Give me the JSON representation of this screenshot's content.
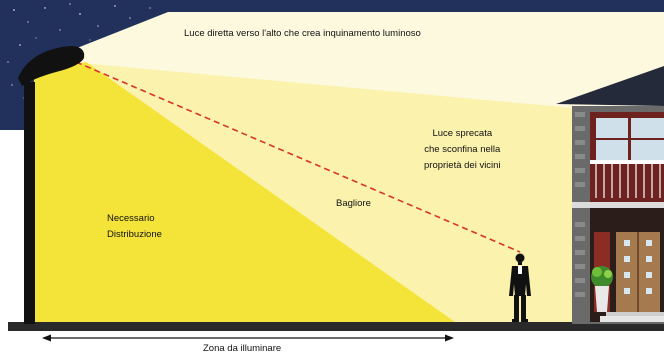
{
  "labels": {
    "uplight": "Luce diretta verso l'alto che crea inquinamento luminoso",
    "wasted_line1": "Luce sprecata",
    "wasted_line2": "che sconfina nella",
    "wasted_line3": "proprietà dei vicini",
    "glare": "Bagliore",
    "needed_line1": "Necessario",
    "needed_line2": "Distribuzione",
    "zone": "Zona da illuminare"
  },
  "colors": {
    "night_sky": "#22315c",
    "uplight_glow": "#fcf9de",
    "spill_light": "#fbf2ad",
    "useful_light": "#f4e43a",
    "glare_line": "#d9342b",
    "ground": "#2a2a2a",
    "pole": "#111111",
    "house_roof": "#252a3a",
    "house_brick": "#6a6a6a",
    "door": "#a57a4e"
  },
  "icons": [
    "street-lamp-icon",
    "person-icon",
    "house-icon",
    "double-arrow-icon"
  ]
}
